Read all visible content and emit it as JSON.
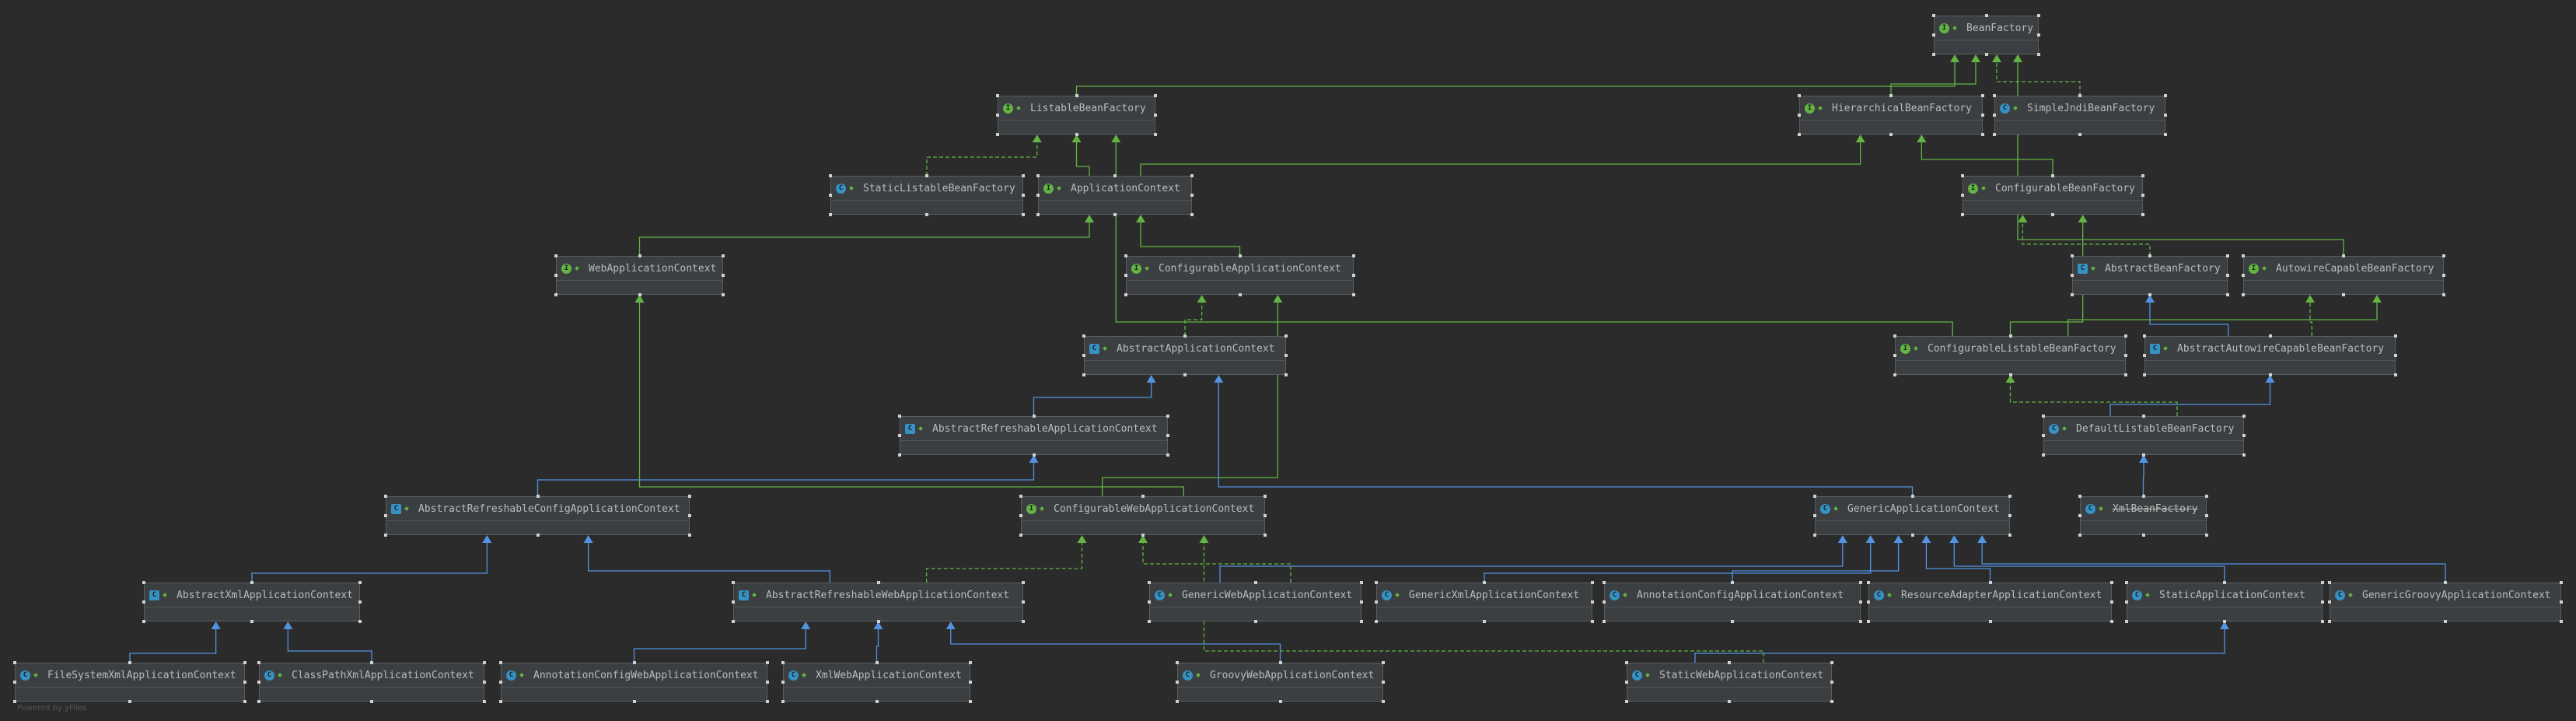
{
  "footer": "Powered by yFiles",
  "colors": {
    "background": "#2b2b2b",
    "node_fill": "#3c3f41",
    "interface_arrow": "#62b543",
    "class_arrow": "#5294e2",
    "text": "#bbbbbb"
  },
  "nodes": [
    {
      "id": "bf",
      "label": "BeanFactory",
      "kind": "interface"
    },
    {
      "id": "lbf",
      "label": "ListableBeanFactory",
      "kind": "interface"
    },
    {
      "id": "hbf",
      "label": "HierarchicalBeanFactory",
      "kind": "interface"
    },
    {
      "id": "sjbf",
      "label": "SimpleJndiBeanFactory",
      "kind": "class"
    },
    {
      "id": "slbf",
      "label": "StaticListableBeanFactory",
      "kind": "class"
    },
    {
      "id": "ac",
      "label": "ApplicationContext",
      "kind": "interface"
    },
    {
      "id": "cbf",
      "label": "ConfigurableBeanFactory",
      "kind": "interface"
    },
    {
      "id": "wac",
      "label": "WebApplicationContext",
      "kind": "interface"
    },
    {
      "id": "cac",
      "label": "ConfigurableApplicationContext",
      "kind": "interface"
    },
    {
      "id": "abf",
      "label": "AbstractBeanFactory",
      "kind": "abstract"
    },
    {
      "id": "acbf",
      "label": "AutowireCapableBeanFactory",
      "kind": "interface"
    },
    {
      "id": "aac",
      "label": "AbstractApplicationContext",
      "kind": "abstract"
    },
    {
      "id": "clbf",
      "label": "ConfigurableListableBeanFactory",
      "kind": "interface"
    },
    {
      "id": "aacbf",
      "label": "AbstractAutowireCapableBeanFactory",
      "kind": "abstract"
    },
    {
      "id": "arac",
      "label": "AbstractRefreshableApplicationContext",
      "kind": "abstract"
    },
    {
      "id": "dlbf",
      "label": "DefaultListableBeanFactory",
      "kind": "class"
    },
    {
      "id": "arcac",
      "label": "AbstractRefreshableConfigApplicationContext",
      "kind": "abstract"
    },
    {
      "id": "cwac",
      "label": "ConfigurableWebApplicationContext",
      "kind": "interface"
    },
    {
      "id": "gac",
      "label": "GenericApplicationContext",
      "kind": "class"
    },
    {
      "id": "xbf",
      "label": "XmlBeanFactory",
      "kind": "class",
      "deprecated": true
    },
    {
      "id": "axac",
      "label": "AbstractXmlApplicationContext",
      "kind": "abstract"
    },
    {
      "id": "arwac",
      "label": "AbstractRefreshableWebApplicationContext",
      "kind": "abstract"
    },
    {
      "id": "gwac",
      "label": "GenericWebApplicationContext",
      "kind": "class"
    },
    {
      "id": "gxac",
      "label": "GenericXmlApplicationContext",
      "kind": "class"
    },
    {
      "id": "acac",
      "label": "AnnotationConfigApplicationContext",
      "kind": "class"
    },
    {
      "id": "raac",
      "label": "ResourceAdapterApplicationContext",
      "kind": "class"
    },
    {
      "id": "sac",
      "label": "StaticApplicationContext",
      "kind": "class"
    },
    {
      "id": "ggac",
      "label": "GenericGroovyApplicationContext",
      "kind": "class"
    },
    {
      "id": "fsxac",
      "label": "FileSystemXmlApplicationContext",
      "kind": "class"
    },
    {
      "id": "cpxac",
      "label": "ClassPathXmlApplicationContext",
      "kind": "class"
    },
    {
      "id": "acwac",
      "label": "AnnotationConfigWebApplicationContext",
      "kind": "class"
    },
    {
      "id": "xwac",
      "label": "XmlWebApplicationContext",
      "kind": "class"
    },
    {
      "id": "grwac",
      "label": "GroovyWebApplicationContext",
      "kind": "class"
    },
    {
      "id": "swac",
      "label": "StaticWebApplicationContext",
      "kind": "class"
    }
  ],
  "edges": [
    {
      "from": "lbf",
      "to": "bf",
      "type": "extends-interface"
    },
    {
      "from": "hbf",
      "to": "bf",
      "type": "extends-interface"
    },
    {
      "from": "sjbf",
      "to": "bf",
      "type": "implements"
    },
    {
      "from": "acbf",
      "to": "bf",
      "type": "extends-interface"
    },
    {
      "from": "slbf",
      "to": "lbf",
      "type": "implements"
    },
    {
      "from": "ac",
      "to": "lbf",
      "type": "extends-interface"
    },
    {
      "from": "ac",
      "to": "hbf",
      "type": "extends-interface"
    },
    {
      "from": "clbf",
      "to": "lbf",
      "type": "extends-interface"
    },
    {
      "from": "cbf",
      "to": "hbf",
      "type": "extends-interface"
    },
    {
      "from": "wac",
      "to": "ac",
      "type": "extends-interface"
    },
    {
      "from": "cac",
      "to": "ac",
      "type": "extends-interface"
    },
    {
      "from": "abf",
      "to": "cbf",
      "type": "implements"
    },
    {
      "from": "clbf",
      "to": "cbf",
      "type": "extends-interface"
    },
    {
      "from": "aac",
      "to": "cac",
      "type": "implements"
    },
    {
      "from": "cwac",
      "to": "cac",
      "type": "extends-interface"
    },
    {
      "from": "cwac",
      "to": "wac",
      "type": "extends-interface"
    },
    {
      "from": "aacbf",
      "to": "abf",
      "type": "extends"
    },
    {
      "from": "aacbf",
      "to": "acbf",
      "type": "implements"
    },
    {
      "from": "clbf",
      "to": "acbf",
      "type": "extends-interface"
    },
    {
      "from": "arac",
      "to": "aac",
      "type": "extends"
    },
    {
      "from": "gac",
      "to": "aac",
      "type": "extends"
    },
    {
      "from": "dlbf",
      "to": "aacbf",
      "type": "extends"
    },
    {
      "from": "dlbf",
      "to": "clbf",
      "type": "implements"
    },
    {
      "from": "arcac",
      "to": "arac",
      "type": "extends"
    },
    {
      "from": "xbf",
      "to": "dlbf",
      "type": "extends"
    },
    {
      "from": "axac",
      "to": "arcac",
      "type": "extends"
    },
    {
      "from": "arwac",
      "to": "arcac",
      "type": "extends"
    },
    {
      "from": "arwac",
      "to": "cwac",
      "type": "implements"
    },
    {
      "from": "gwac",
      "to": "gac",
      "type": "extends"
    },
    {
      "from": "gwac",
      "to": "cwac",
      "type": "implements"
    },
    {
      "from": "gxac",
      "to": "gac",
      "type": "extends"
    },
    {
      "from": "acac",
      "to": "gac",
      "type": "extends"
    },
    {
      "from": "raac",
      "to": "gac",
      "type": "extends"
    },
    {
      "from": "sac",
      "to": "gac",
      "type": "extends"
    },
    {
      "from": "ggac",
      "to": "gac",
      "type": "extends"
    },
    {
      "from": "fsxac",
      "to": "axac",
      "type": "extends"
    },
    {
      "from": "cpxac",
      "to": "axac",
      "type": "extends"
    },
    {
      "from": "acwac",
      "to": "arwac",
      "type": "extends"
    },
    {
      "from": "xwac",
      "to": "arwac",
      "type": "extends"
    },
    {
      "from": "grwac",
      "to": "arwac",
      "type": "extends"
    },
    {
      "from": "swac",
      "to": "sac",
      "type": "extends"
    },
    {
      "from": "swac",
      "to": "cwac",
      "type": "implements"
    }
  ]
}
